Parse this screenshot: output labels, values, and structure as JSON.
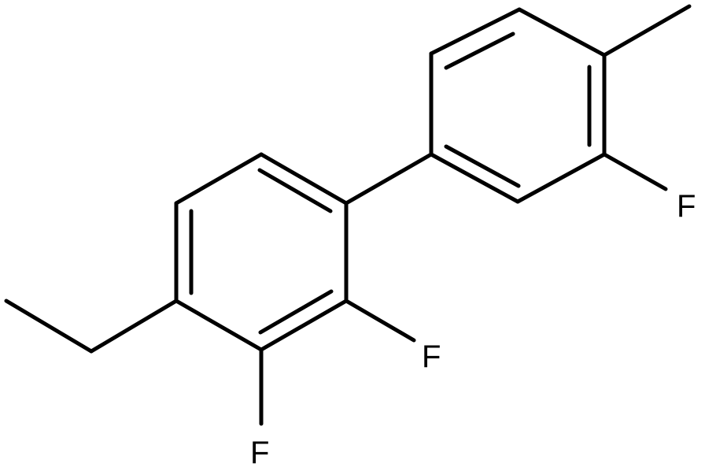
{
  "molecule": {
    "atoms": [
      {
        "id": "F1",
        "label": "F"
      },
      {
        "id": "F2",
        "label": "F"
      },
      {
        "id": "F3",
        "label": "F"
      }
    ],
    "colors": {
      "bond": "#000000",
      "label": "#000000",
      "background": "#ffffff"
    }
  }
}
